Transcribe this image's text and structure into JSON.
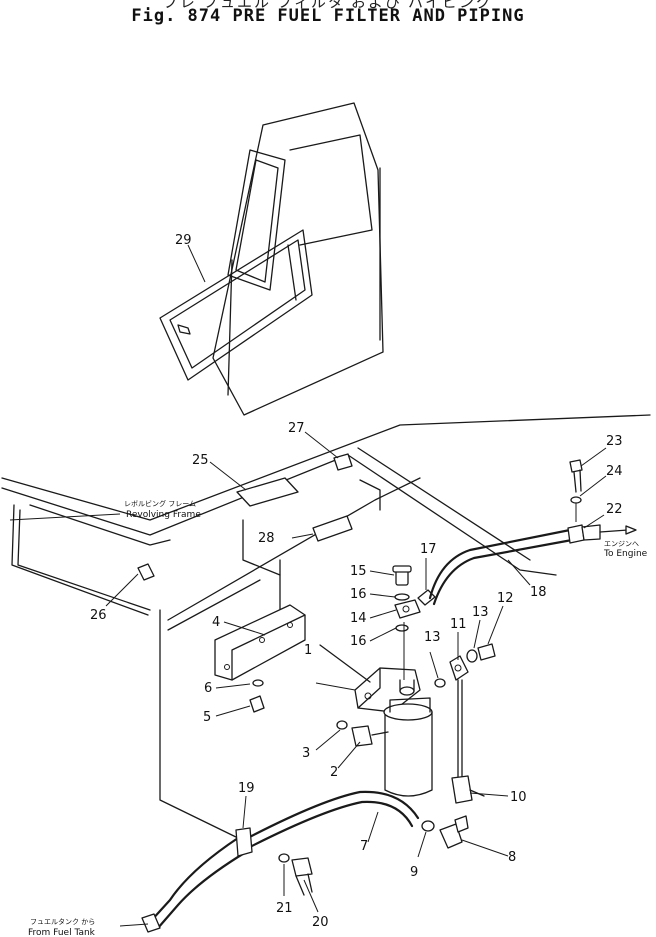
{
  "header": {
    "title_jp": "プレ フュエル フィルタ および パイピング",
    "title_en": "Fig. 874   PRE FUEL FILTER AND PIPING"
  },
  "labels": {
    "revolving_frame_jp": "レボルビング フレーム",
    "revolving_frame_en": "Revolving Frame",
    "to_engine_jp": "エンジンへ",
    "to_engine_en": "To Engine",
    "from_tank_jp": "フュエルタンク から",
    "from_tank_en": "From Fuel Tank"
  },
  "callouts": {
    "c1": "1",
    "c2": "2",
    "c3": "3",
    "c4": "4",
    "c5": "5",
    "c6": "6",
    "c7": "7",
    "c8": "8",
    "c9": "9",
    "c10": "10",
    "c11": "11",
    "c12": "12",
    "c13a": "13",
    "c13b": "13",
    "c14": "14",
    "c15": "15",
    "c16a": "16",
    "c16b": "16",
    "c17": "17",
    "c18": "18",
    "c19": "19",
    "c20": "20",
    "c21": "21",
    "c22": "22",
    "c23": "23",
    "c24": "24",
    "c25": "25",
    "c26": "26",
    "c27": "27",
    "c28": "28",
    "c29": "29"
  }
}
